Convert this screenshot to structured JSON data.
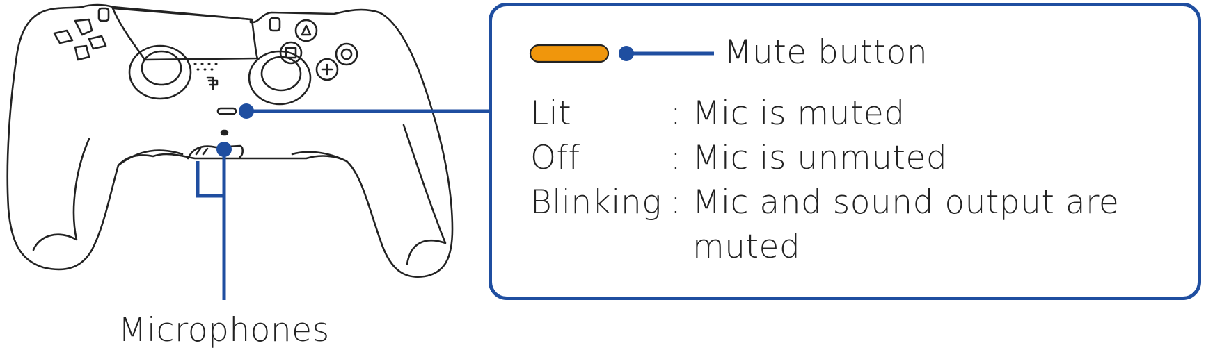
{
  "colors": {
    "accent": "#1f4ea0",
    "mute_indicator": "#f0960c",
    "outline": "#222222"
  },
  "labels": {
    "microphones": "Microphones",
    "mute_button": "Mute button"
  },
  "states": [
    {
      "name": "Lit",
      "separator": ":",
      "description": "Mic is muted"
    },
    {
      "name": "Off",
      "separator": ":",
      "description": "Mic is unmuted"
    },
    {
      "name": "Blinking",
      "separator": ":",
      "description": "Mic and sound output are",
      "description_cont": "muted"
    }
  ]
}
